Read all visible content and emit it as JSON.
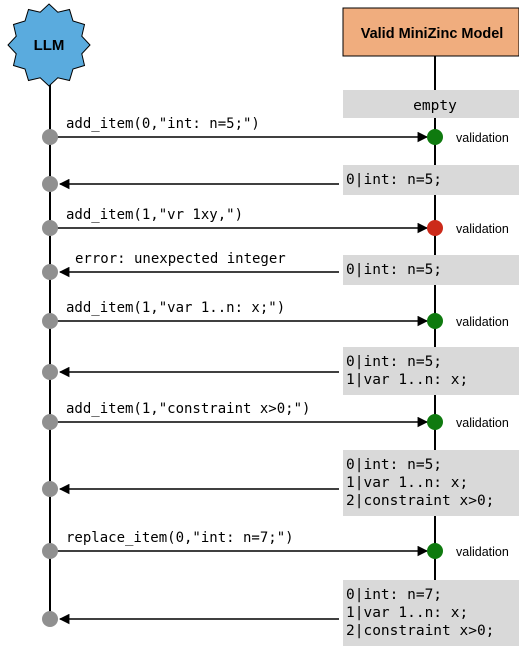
{
  "actors": {
    "llm": {
      "label": "LLM",
      "color": "#5aabde"
    },
    "model": {
      "label": "Valid MiniZinc Model",
      "color": "#f0ad7e"
    }
  },
  "colors": {
    "lifeline": "#000000",
    "node_grey": "#909090",
    "state_box": "#d9d9d9",
    "valid": "#0f7a0f",
    "invalid": "#cc2a1a"
  },
  "validation_label": "validation",
  "initial_state": "empty",
  "steps": [
    {
      "call": "add_item(0,\"int: n=5;\")",
      "result": "valid",
      "reply": "",
      "state": [
        "0|int: n=5;"
      ]
    },
    {
      "call": "add_item(1,\"vr 1xy,\")",
      "result": "invalid",
      "reply": "error: unexpected integer",
      "state": [
        "0|int: n=5;"
      ]
    },
    {
      "call": "add_item(1,\"var 1..n: x;\")",
      "result": "valid",
      "reply": "",
      "state": [
        "0|int: n=5;",
        "1|var 1..n: x;"
      ]
    },
    {
      "call": "add_item(1,\"constraint x>0;\")",
      "result": "valid",
      "reply": "",
      "state": [
        "0|int: n=5;",
        "1|var 1..n: x;",
        "2|constraint x>0;"
      ]
    },
    {
      "call": "replace_item(0,\"int: n=7;\")",
      "result": "valid",
      "reply": "",
      "state": [
        "0|int: n=7;",
        "1|var 1..n: x;",
        "2|constraint x>0;"
      ]
    }
  ]
}
